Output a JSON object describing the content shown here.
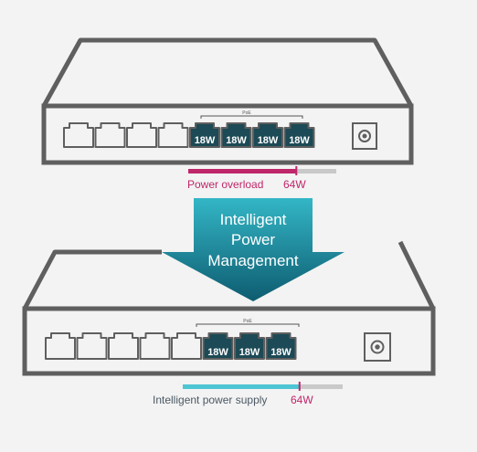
{
  "colors": {
    "background": "#f3f3f3",
    "device_outline": "#5f5f5f",
    "port_fill": "#1c4a56",
    "overload_accent": "#c0266a",
    "managed_accent": "#4ec5d3",
    "track": "#c9c9c9",
    "arrow_top": "#33b6c6",
    "arrow_bottom": "#0e5c70"
  },
  "top_switch": {
    "poe_label": "PoE",
    "ports": [
      "",
      "",
      "",
      "",
      "18W",
      "18W",
      "18W",
      "18W"
    ],
    "bar": {
      "fill_fraction": 0.73,
      "marker_fraction": 0.73
    },
    "caption": "Power overload",
    "value": "64W"
  },
  "arrow": {
    "lines": [
      "Intelligent",
      "Power",
      "Management"
    ]
  },
  "bottom_switch": {
    "poe_label": "PoE",
    "ports": [
      "",
      "",
      "",
      "",
      "",
      "18W",
      "18W",
      "18W"
    ],
    "bar": {
      "fill_fraction": 0.73,
      "marker_fraction": 0.73
    },
    "caption": "Intelligent power supply",
    "value": "64W"
  }
}
